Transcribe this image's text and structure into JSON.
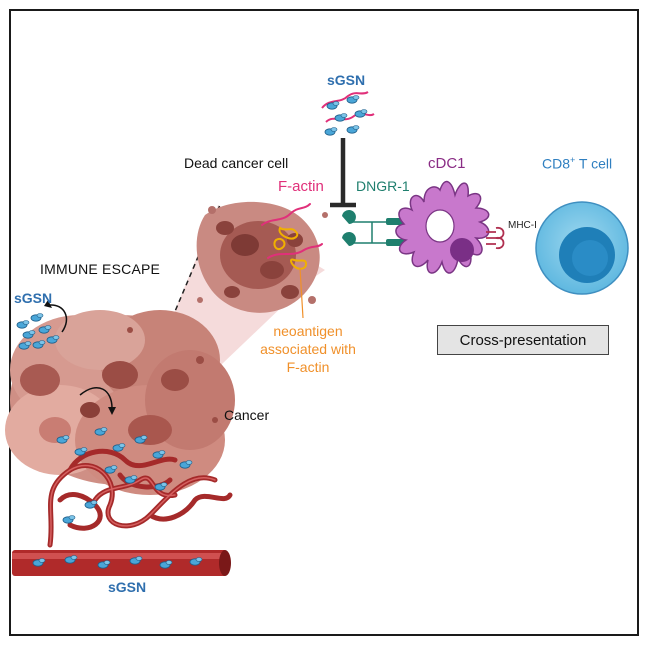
{
  "labels": {
    "sgsn_top": "sGSN",
    "dead_cancer_cell": "Dead cancer cell",
    "f_actin": "F-actin",
    "dngr1": "DNGR-1",
    "cdc1": "cDC1",
    "cd8_main": "CD8",
    "cd8_sup": "+",
    "cd8_rest": " T cell",
    "mhc_i": "MHC-I",
    "immune_escape": "IMMUNE ESCAPE",
    "sgsn_left": "sGSN",
    "cancer": "Cancer",
    "neoantigen": "neoantigen associated with F-actin",
    "cross_presentation": "Cross-presentation",
    "sgsn_bottom": "sGSN"
  },
  "colors": {
    "sgsn_blue": "#2f6fae",
    "f_actin_pink": "#e0307a",
    "dngr_teal": "#1f7f6e",
    "cdc1_purple": "#8a2c85",
    "tcell_blue": "#2f7fc0",
    "neoantigen_orange": "#f0902a",
    "cancer_rose": "#c97f74",
    "vessel_red": "#b02a2a"
  }
}
